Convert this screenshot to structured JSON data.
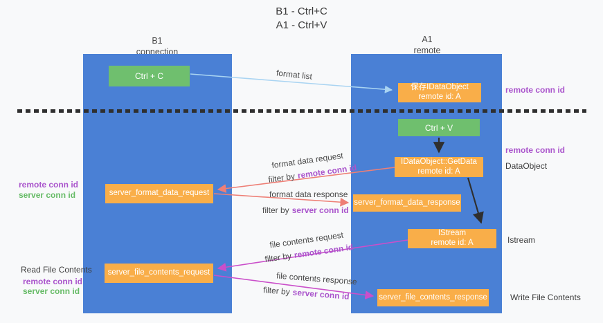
{
  "title": {
    "line1": "B1 - Ctrl+C",
    "line2": "A1 - Ctrl+V"
  },
  "columns": {
    "left": {
      "name": "B1",
      "role": "connection"
    },
    "right": {
      "name": "A1",
      "role": "remote"
    }
  },
  "boxes": {
    "ctrl_c": {
      "label": "Ctrl + C"
    },
    "save_idataobject": {
      "line1": "保存IDataObject",
      "line2": "remote id: A"
    },
    "ctrl_v": {
      "label": "Ctrl + V"
    },
    "idataobject_getdata": {
      "line1": "IDataObject::GetData",
      "line2": "remote id: A"
    },
    "server_format_data_request": {
      "label": "server_format_data_request"
    },
    "server_format_data_response": {
      "label": "server_format_data_response"
    },
    "istream": {
      "line1": "IStream",
      "line2": "remote id: A"
    },
    "server_file_contents_request": {
      "label": "server_file_contents_request"
    },
    "server_file_contents_response": {
      "label": "server_file_contents_response"
    }
  },
  "arrow_labels": {
    "format_list": "format list",
    "format_data_request": "format data request",
    "format_data_response": "format data response",
    "file_contents_request": "file contents request",
    "file_contents_response": "file contents response",
    "filter_by": "filter by",
    "remote_conn_id": "remote conn id",
    "server_conn_id": "server conn id"
  },
  "side_labels": {
    "remote_conn_id_top_right": "remote conn id",
    "remote_conn_id_mid_right": "remote conn id",
    "dataobject": "DataObject",
    "istream": "Istream",
    "write_file_contents": "Write File Contents",
    "read_file_contents": "Read File Contents",
    "remote_conn_id_left": "remote conn id",
    "server_conn_id_left": "server conn id",
    "remote_conn_id_left2": "remote conn id",
    "server_conn_id_left2": "server conn id"
  },
  "colors": {
    "column-blue": "#4a80d5",
    "box-green": "#6fbf6e",
    "box-orange": "#f9ae49",
    "purple-text": "#aa55cc",
    "green-text": "#66bb66",
    "arrow-blue": "#a9d4f2",
    "arrow-salmon": "#ee7f76",
    "arrow-magenta": "#ca4fca",
    "arrow-black": "#2f2f2f",
    "bg": "#f8f9fa"
  }
}
